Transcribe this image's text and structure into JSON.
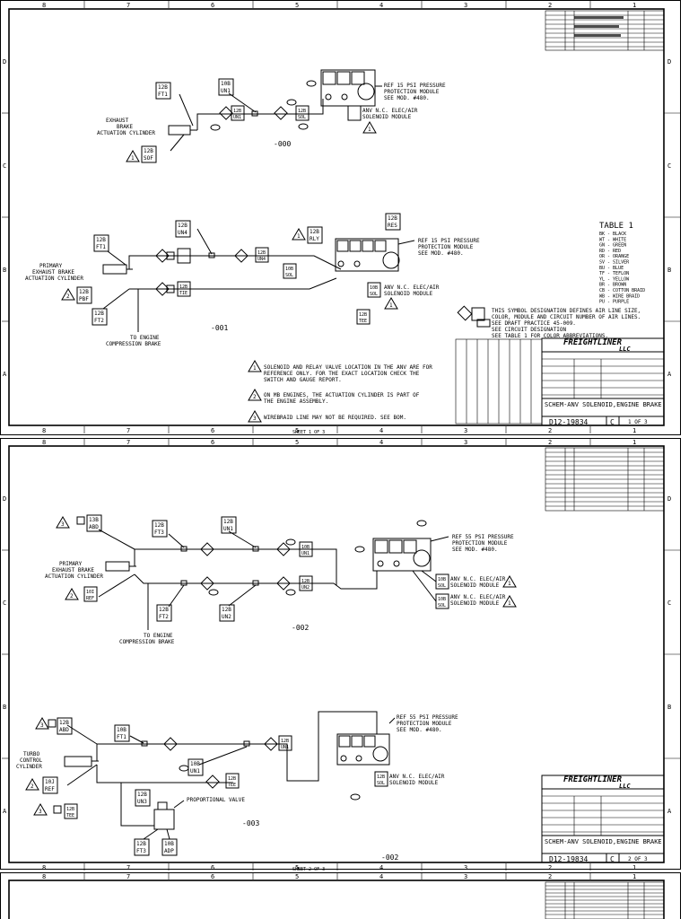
{
  "columns": [
    "8",
    "7",
    "6",
    "5",
    "4",
    "3",
    "2",
    "1"
  ],
  "rows": [
    "D",
    "C",
    "B",
    "A"
  ],
  "sheet1": {
    "view1": {
      "note": "-000",
      "exhaust_brake_label": [
        "EXHAUST",
        "BRAKE",
        "ACTUATION CYLINDER"
      ],
      "labels": [
        {
          "top": "12B",
          "bot": "FT1"
        },
        {
          "top": "10B",
          "bot": "UN1"
        },
        {
          "top": "12B",
          "bot": "SOF"
        },
        {
          "top": "12B",
          "bot": "UN1"
        },
        {
          "top": "12B",
          "bot": "SOL"
        }
      ],
      "ref_text": [
        "REF 15 PSI PRESSURE",
        "PROTECTION MODULE",
        "SEE MOD. #480."
      ],
      "anv_text": [
        "ANV N.C. ELEC/AIR",
        "SOLENOID MODULE"
      ]
    },
    "view2": {
      "note": "-001",
      "primary_label": [
        "PRIMARY",
        "EXHAUST BRAKE",
        "ACTUATION CYLINDER"
      ],
      "to_engine": [
        "TO ENGINE",
        "COMPRESSION BRAKE"
      ],
      "labels": [
        {
          "top": "12B",
          "bot": "FT1"
        },
        {
          "top": "12B",
          "bot": "UN4"
        },
        {
          "top": "12B",
          "bot": "RLY"
        },
        {
          "top": "12B",
          "bot": "RES"
        },
        {
          "top": "12B",
          "bot": "PBF"
        },
        {
          "top": "12B",
          "bot": "FT2"
        },
        {
          "top": "12B",
          "bot": "UN4"
        },
        {
          "top": "10B",
          "bot": "SOL"
        },
        {
          "top": "12B",
          "bot": "TEE"
        }
      ],
      "ref_text": [
        "REF 15 PSI PRESSURE",
        "PROTECTION MODULE",
        "SEE MOD. #480."
      ],
      "anv_text": [
        "ANV N.C. ELEC/AIR",
        "SOLENOID MODULE"
      ]
    },
    "table": {
      "title": "TABLE 1",
      "rows": [
        "BK - BLACK",
        "WT - WHITE",
        "GN - GREEN",
        "RD - RED",
        "OR - ORANGE",
        "SV - SILVER",
        "BU - BLUE",
        "TF - TEFLON",
        "YL - YELLOW",
        "BR - BROWN",
        "CB - COTTON BRAID",
        "WB - WIRE BRAID",
        "PU - PURPLE"
      ]
    },
    "symbol_note": [
      "THIS SYMBOL DESIGNATION DEFINES AIR LINE SIZE,",
      "COLOR, MODULE AND CIRCUIT NUMBER OF AIR LINES.",
      "SEE DRAFT PRACTICE 45-009.",
      "SEE CIRCUIT DESIGNATION",
      "SEE TABLE 1 FOR COLOR ABBREVIATIONS."
    ],
    "notes": [
      {
        "num": "1",
        "text": [
          "SOLENOID AND RELAY VALVE LOCATION IN THE ANV ARE FOR",
          "REFERENCE ONLY. FOR THE EXACT LOCATION CHECK THE",
          "SWITCH AND GAUGE REPORT."
        ]
      },
      {
        "num": "2",
        "text": [
          "ON MB ENGINES, THE ACTUATION CYLINDER IS PART OF",
          "THE ENGINE ASSEMBLY."
        ]
      },
      {
        "num": "3",
        "text": [
          "WIREBRAID LINE MAY NOT BE REQUIRED. SEE BOM."
        ]
      }
    ],
    "title_block": {
      "company": "FREIGHTLINER",
      "company_suffix": "LLC",
      "title": "SCHEM-ANV SOLENOID,ENGINE BRAKE",
      "drawing_no": "D12-19834",
      "size": "C",
      "sheet": "1 OF 3"
    },
    "footer": "SHEET 1 OF 3"
  },
  "sheet2": {
    "view1": {
      "note": "-002",
      "primary_label": [
        "PRIMARY",
        "EXHAUST BRAKE",
        "ACTUATION CYLINDER"
      ],
      "to_engine": [
        "TO ENGINE",
        "COMPRESSION BRAKE"
      ],
      "labels": [
        {
          "top": "13B",
          "bot": "ABD"
        },
        {
          "top": "12B",
          "bot": "FT3"
        },
        {
          "top": "12B",
          "bot": "UN1"
        },
        {
          "top": "10B",
          "bot": "UN1"
        },
        {
          "top": "12B",
          "bot": "FT2"
        },
        {
          "top": "12B",
          "bot": "UN2"
        },
        {
          "top": "10B",
          "bot": "SOL"
        },
        {
          "top": "10B",
          "bot": "SOL"
        },
        {
          "top": "10I",
          "bot": "REF"
        }
      ],
      "ref_text": [
        "REF 55 PSI PRESSURE",
        "PROTECTION MODULE",
        "SEE MOD. #480."
      ],
      "anv1_text": [
        "ANV N.C. ELEC/AIR",
        "SOLENOID MODULE"
      ],
      "anv2_text": [
        "ANV N.C. ELEC/AIR",
        "SOLENOID MODULE"
      ]
    },
    "view2": {
      "note": "-003",
      "turbo_label": [
        "TURBO",
        "CONTROL",
        "CYLINDER"
      ],
      "prop_valve": "PROPORTIONAL VALVE",
      "labels": [
        {
          "top": "12B",
          "bot": "ABD"
        },
        {
          "top": "10B",
          "bot": "FT1"
        },
        {
          "top": "10B",
          "bot": "UN1"
        },
        {
          "top": "12B",
          "bot": "UN1"
        },
        {
          "top": "12B",
          "bot": "UN3"
        },
        {
          "top": "12B",
          "bot": "TEE"
        },
        {
          "top": "12B",
          "bot": "FT3"
        },
        {
          "top": "10B",
          "bot": "ADP"
        },
        {
          "top": "12B",
          "bot": "SOL"
        },
        {
          "top": "10J",
          "bot": "REF"
        }
      ],
      "ref_text": [
        "REF 55 PSI PRESSURE",
        "PROTECTION MODULE",
        "SEE MOD. #480."
      ],
      "anv_text": [
        "ANV N.C. ELEC/AIR",
        "SOLENOID MODULE"
      ]
    },
    "title_block": {
      "company": "FREIGHTLINER",
      "company_suffix": "LLC",
      "title": "SCHEM-ANV SOLENOID,ENGINE BRAKE",
      "drawing_no": "D12-19834",
      "size": "C",
      "sheet": "2 OF 3"
    },
    "footer_note": "-002",
    "footer": "SHEET 2 OF 3"
  },
  "colors": {
    "ink": "#000000",
    "paper": "#ffffff"
  }
}
